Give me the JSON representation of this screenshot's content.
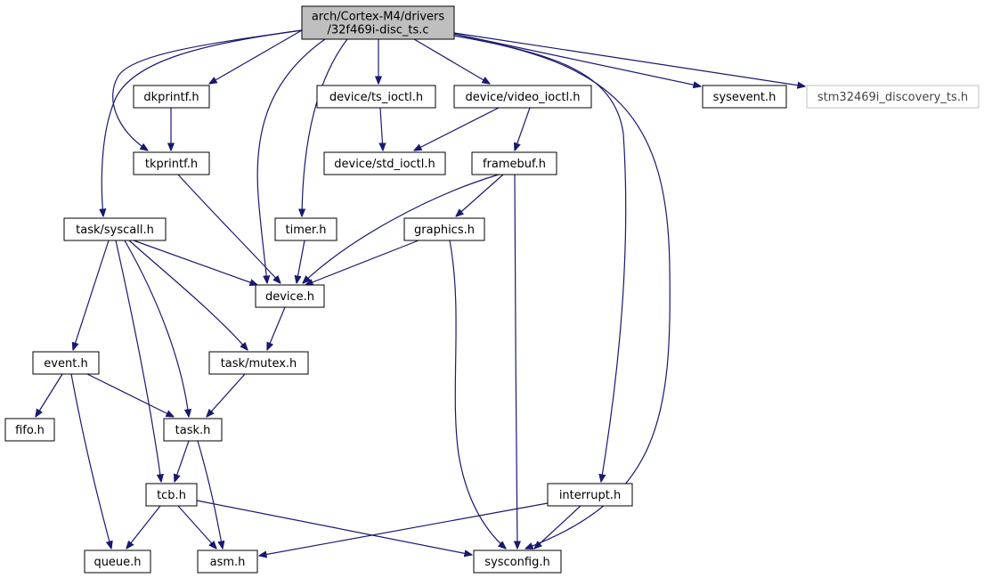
{
  "graph": {
    "nodes": [
      {
        "id": "root",
        "lines": [
          "arch/Cortex-M4/drivers",
          "/32f469i-disc_ts.c"
        ]
      },
      {
        "id": "dkprintf",
        "lines": [
          "dkprintf.h"
        ]
      },
      {
        "id": "ts_ioctl",
        "lines": [
          "device/ts_ioctl.h"
        ]
      },
      {
        "id": "video_ioctl",
        "lines": [
          "device/video_ioctl.h"
        ]
      },
      {
        "id": "sysevent",
        "lines": [
          "sysevent.h"
        ]
      },
      {
        "id": "stm32",
        "lines": [
          "stm32469i_discovery_ts.h"
        ]
      },
      {
        "id": "tkprintf",
        "lines": [
          "tkprintf.h"
        ]
      },
      {
        "id": "std_ioctl",
        "lines": [
          "device/std_ioctl.h"
        ]
      },
      {
        "id": "framebuf",
        "lines": [
          "framebuf.h"
        ]
      },
      {
        "id": "syscall",
        "lines": [
          "task/syscall.h"
        ]
      },
      {
        "id": "timer",
        "lines": [
          "timer.h"
        ]
      },
      {
        "id": "graphics",
        "lines": [
          "graphics.h"
        ]
      },
      {
        "id": "device",
        "lines": [
          "device.h"
        ]
      },
      {
        "id": "event",
        "lines": [
          "event.h"
        ]
      },
      {
        "id": "mutex",
        "lines": [
          "task/mutex.h"
        ]
      },
      {
        "id": "fifo",
        "lines": [
          "fifo.h"
        ]
      },
      {
        "id": "task",
        "lines": [
          "task.h"
        ]
      },
      {
        "id": "tcb",
        "lines": [
          "tcb.h"
        ]
      },
      {
        "id": "interrupt",
        "lines": [
          "interrupt.h"
        ]
      },
      {
        "id": "queue",
        "lines": [
          "queue.h"
        ]
      },
      {
        "id": "asm",
        "lines": [
          "asm.h"
        ]
      },
      {
        "id": "sysconfig",
        "lines": [
          "sysconfig.h"
        ]
      }
    ],
    "edges": [
      [
        "root",
        "dkprintf"
      ],
      [
        "root",
        "tkprintf"
      ],
      [
        "root",
        "syscall"
      ],
      [
        "root",
        "device"
      ],
      [
        "root",
        "timer"
      ],
      [
        "root",
        "ts_ioctl"
      ],
      [
        "root",
        "video_ioctl"
      ],
      [
        "root",
        "interrupt"
      ],
      [
        "root",
        "sysconfig"
      ],
      [
        "root",
        "sysevent"
      ],
      [
        "root",
        "stm32"
      ],
      [
        "dkprintf",
        "tkprintf"
      ],
      [
        "tkprintf",
        "device"
      ],
      [
        "ts_ioctl",
        "std_ioctl"
      ],
      [
        "video_ioctl",
        "std_ioctl"
      ],
      [
        "video_ioctl",
        "framebuf"
      ],
      [
        "framebuf",
        "device"
      ],
      [
        "framebuf",
        "graphics"
      ],
      [
        "framebuf",
        "sysconfig"
      ],
      [
        "syscall",
        "device"
      ],
      [
        "syscall",
        "mutex"
      ],
      [
        "syscall",
        "event"
      ],
      [
        "syscall",
        "task"
      ],
      [
        "syscall",
        "tcb"
      ],
      [
        "timer",
        "device"
      ],
      [
        "graphics",
        "device"
      ],
      [
        "graphics",
        "sysconfig"
      ],
      [
        "device",
        "mutex"
      ],
      [
        "mutex",
        "task"
      ],
      [
        "event",
        "fifo"
      ],
      [
        "event",
        "task"
      ],
      [
        "event",
        "queue"
      ],
      [
        "task",
        "tcb"
      ],
      [
        "task",
        "asm"
      ],
      [
        "tcb",
        "queue"
      ],
      [
        "tcb",
        "asm"
      ],
      [
        "tcb",
        "sysconfig"
      ],
      [
        "interrupt",
        "asm"
      ],
      [
        "interrupt",
        "sysconfig"
      ]
    ]
  }
}
